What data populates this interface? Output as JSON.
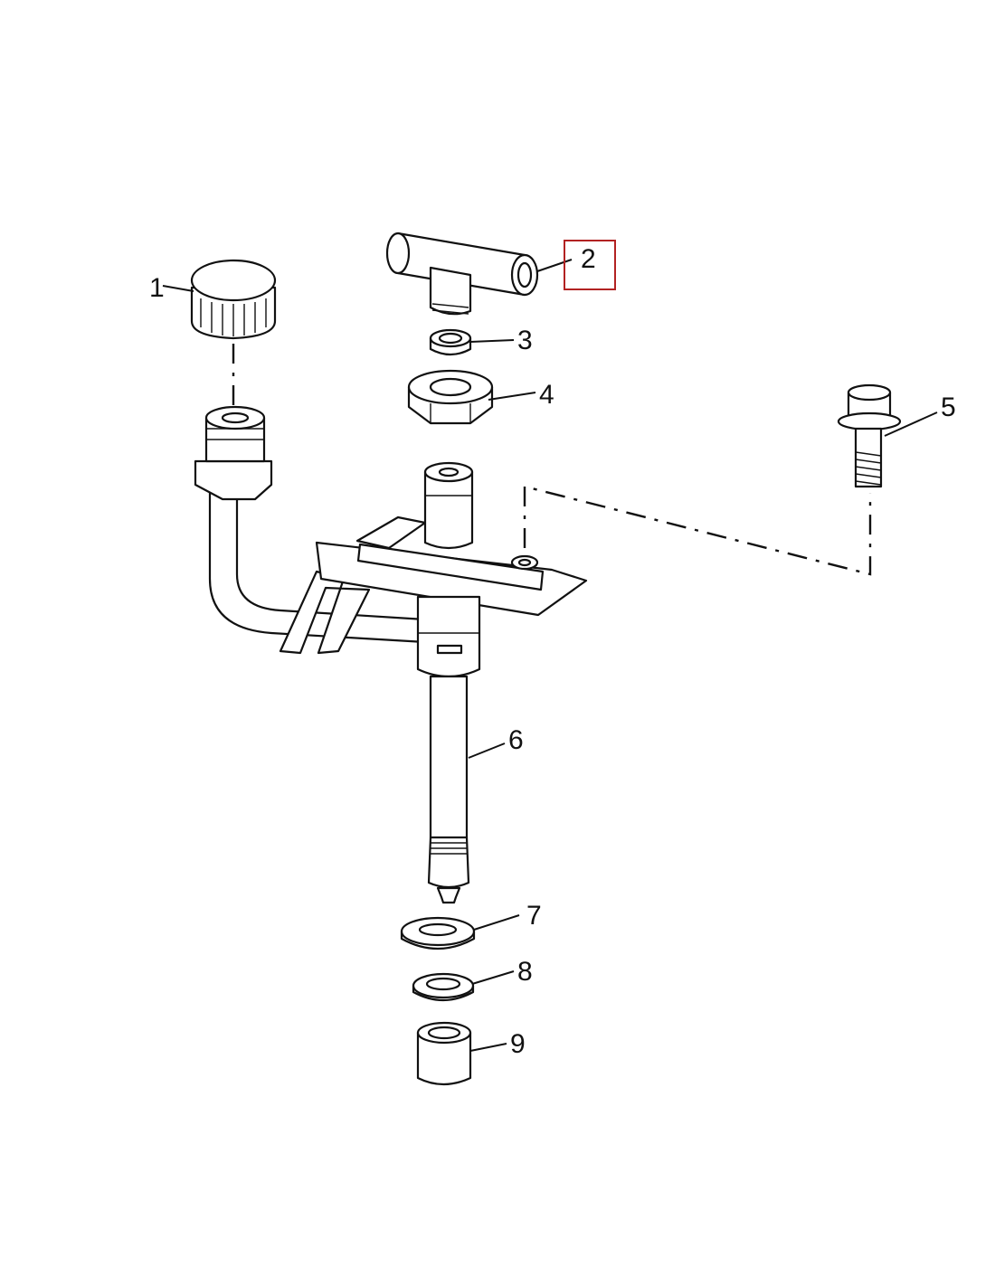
{
  "callouts": {
    "c1": "1",
    "c2": "2",
    "c3": "3",
    "c4": "4",
    "c5": "5",
    "c6": "6",
    "c7": "7",
    "c8": "8",
    "c9": "9"
  },
  "highlight": {
    "target": "2",
    "color": "#b22222"
  }
}
